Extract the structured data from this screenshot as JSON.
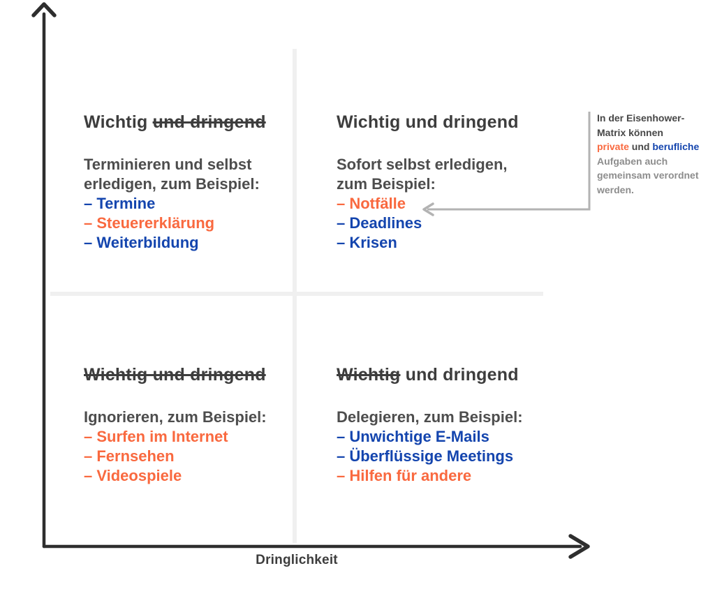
{
  "palette": {
    "bg": "#ffffff",
    "blue": "#1445ae",
    "orange": "#f9693f",
    "titleGray": "#3d3d3d",
    "bodyGray": "#4d4d4d",
    "annDark": "#474747",
    "annLight": "#8d8d8d",
    "axis": "#2e2e2e",
    "connector": "#b3b3b3",
    "divider": "#f0f0f0"
  },
  "axes": {
    "x_label": "Dringlichkeit"
  },
  "list_dash": "–",
  "quadrants": [
    {
      "name": "important-not-urgent",
      "title": [
        {
          "text": "Wichtig ",
          "struck": false
        },
        {
          "text": "und dringend",
          "struck": true
        }
      ],
      "body": [
        "Terminieren und selbst",
        "erledigen, zum Beispiel:"
      ],
      "items": [
        {
          "text": "Termine",
          "color": "blue"
        },
        {
          "text": "Steuererklärung",
          "color": "orange"
        },
        {
          "text": "Weiterbildung",
          "color": "blue"
        }
      ]
    },
    {
      "name": "important-urgent",
      "title": [
        {
          "text": "Wichtig und dringend",
          "struck": false
        }
      ],
      "body": [
        "Sofort selbst erledigen,",
        "zum Beispiel:"
      ],
      "items": [
        {
          "text": "Notfälle",
          "color": "orange"
        },
        {
          "text": "Deadlines",
          "color": "blue"
        },
        {
          "text": "Krisen",
          "color": "blue"
        }
      ]
    },
    {
      "name": "not-important-not-urgent",
      "title": [
        {
          "text": "Wichtig und dringend",
          "struck": true
        }
      ],
      "body": [
        "Ignorieren, zum Beispiel:"
      ],
      "items": [
        {
          "text": "Surfen im Internet",
          "color": "orange"
        },
        {
          "text": "Fernsehen",
          "color": "orange"
        },
        {
          "text": "Videospiele",
          "color": "orange"
        }
      ]
    },
    {
      "name": "not-important-urgent",
      "title": [
        {
          "text": "Wichtig",
          "struck": true
        },
        {
          "text": " und dringend",
          "struck": false
        }
      ],
      "body": [
        "Delegieren, zum Beispiel:"
      ],
      "items": [
        {
          "text": "Unwichtige E-Mails",
          "color": "blue"
        },
        {
          "text": "Überflüssige Meetings",
          "color": "blue"
        },
        {
          "text": "Hilfen für andere",
          "color": "orange"
        }
      ]
    }
  ],
  "annotation": {
    "lines": [
      [
        {
          "text": "In der Eisenhower-",
          "color": "dark"
        }
      ],
      [
        {
          "text": "Matrix können",
          "color": "dark"
        }
      ],
      [
        {
          "text": "private",
          "color": "orange"
        },
        {
          "text": " und ",
          "color": "dark"
        },
        {
          "text": "berufliche",
          "color": "blue"
        }
      ],
      [
        {
          "text": "Aufgaben auch",
          "color": "light"
        }
      ],
      [
        {
          "text": "gemeinsam verordnet",
          "color": "light"
        }
      ],
      [
        {
          "text": "werden.",
          "color": "light"
        }
      ]
    ]
  }
}
